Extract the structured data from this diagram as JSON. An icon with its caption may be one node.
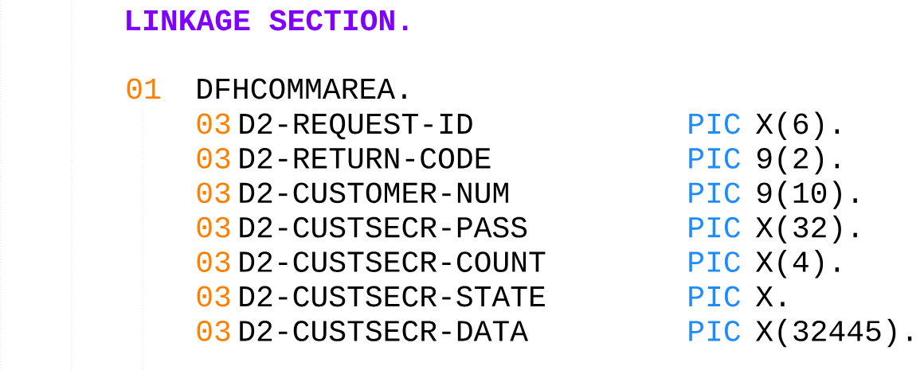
{
  "diagram": {
    "labels": [
      "LINKAGE SECTION.",
      "01",
      "DFHCOMMAREA.",
      "03",
      "D2-REQUEST-ID",
      "PIC",
      "X(6).",
      "03",
      "D2-RETURN-CODE",
      "PIC",
      "9(2).",
      "03",
      "D2-CUSTOMER-NUM",
      "PIC",
      "9(10).",
      "03",
      "D2-CUSTSECR-PASS",
      "PIC",
      "X(32).",
      "03",
      "D2-CUSTSECR-COUNT",
      "PIC",
      "X(4).",
      "03",
      "D2-CUSTSECR-STATE",
      "PIC",
      "X.",
      "03",
      "D2-CUSTSECR-DATA",
      "PIC",
      "X(32445)."
    ]
  }
}
